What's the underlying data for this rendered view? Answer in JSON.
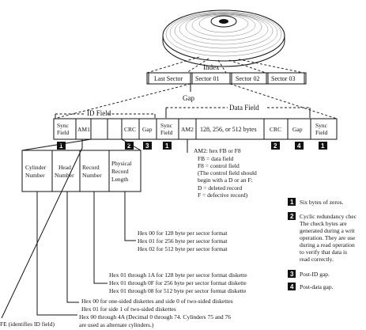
{
  "disk": {
    "index_label": "Index",
    "sectors": [
      "Last Sector",
      "Sector 01",
      "Sector 02",
      "Sector 03"
    ],
    "gap_label": "Gap"
  },
  "field_headers": {
    "id_field": "ID Field",
    "data_field": "Data Field"
  },
  "track": {
    "sync_field": [
      "Sync",
      "Field"
    ],
    "am1": "AM1",
    "crc": "CRC",
    "gap": "Gap",
    "am2": "AM2",
    "data_sizes": "128, 256, or 512 bytes"
  },
  "badges": [
    "1",
    "2",
    "3",
    "1",
    "2",
    "4",
    "1"
  ],
  "am2_note": [
    "AM2: hex FB or F8",
    "FB = data field",
    "F8 = control field",
    "(The control field should",
    "begin with a D or an F:",
    "D = deleted record",
    "F = defective record)"
  ],
  "id_subfields": [
    [
      "Cylinder",
      "Number"
    ],
    [
      "Head",
      "Number"
    ],
    [
      "Record",
      "Number"
    ],
    [
      "Physical",
      "Record",
      "Length"
    ]
  ],
  "notes": {
    "record_length": [
      "Hex 00 for 128 byte per sector format",
      "Hex 01 for 256 byte per sector format",
      "Hex 02 for 512 byte per sector format"
    ],
    "record_number": [
      "Hex 01 through 1A for 128 byte per sector format diskette",
      "Hex 01 through 0F for 256 byte per sector format diskette",
      "Hex 01 through 08 for 512 byte per sector format diskette"
    ],
    "head_number": [
      "Hex 00 for one-sided diskettes and side 0 of two-sided diskettes",
      "Hex 01 for side 1 of two-sided diskettes"
    ],
    "cylinder_number": [
      "Hex 00 through 4A (Decimal 0 through 74. Cylinders 75 and 76",
      "are used as alternate cylinders.)"
    ],
    "am1": "FE (identifies ID field)"
  },
  "legend": [
    {
      "num": "1",
      "lines": [
        "Six bytes of zeros."
      ]
    },
    {
      "num": "2",
      "lines": [
        "Cyclic redundancy chec",
        "The check bytes are",
        "generated during a writ",
        "operation. They are use",
        "during a read operation",
        "to verify that data is",
        "read correctly."
      ]
    },
    {
      "num": "3",
      "lines": [
        "Post-ID gap."
      ]
    },
    {
      "num": "4",
      "lines": [
        "Post-data gap."
      ]
    }
  ]
}
